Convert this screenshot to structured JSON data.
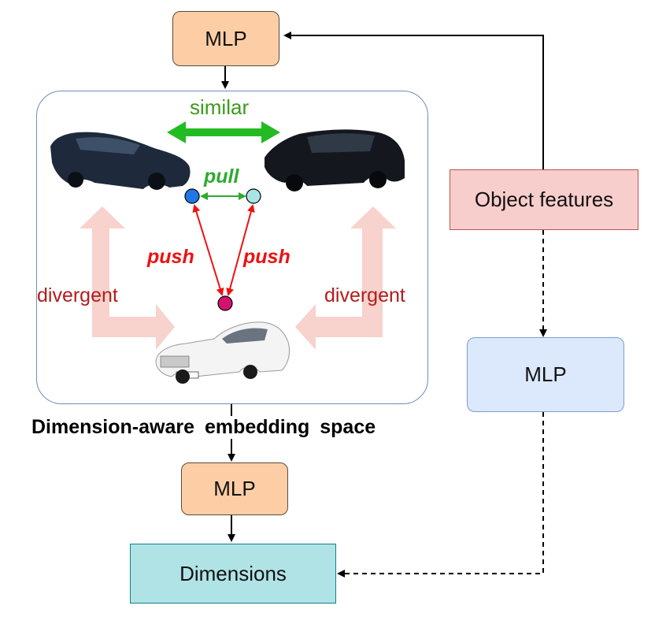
{
  "top_mlp": {
    "label": "MLP"
  },
  "object_features": {
    "label": "Object features"
  },
  "right_mlp": {
    "label": "MLP"
  },
  "bottom_mlp": {
    "label": "MLP"
  },
  "dimensions": {
    "label": "Dimensions"
  },
  "embedding_space": {
    "caption": "Dimension-aware embedding space",
    "similar_label": "similar",
    "pull_label": "pull",
    "push_left_label": "push",
    "push_right_label": "push",
    "divergent_left_label": "divergent",
    "divergent_right_label": "divergent"
  },
  "colors": {
    "mlp_orange": "#fdcea6",
    "mlp_blue": "#dce8fc",
    "object_features": "#f8cecc",
    "dimensions": "#b0e3e6",
    "similar_green": "#22bb22",
    "pull_green": "#2eaa2e",
    "push_red": "#ee1111",
    "divergent_red": "#b31c1c",
    "divergent_arrow": "#f8d2cc",
    "dot_blue": "#1f77e8",
    "dot_cyan": "#a9e4e4",
    "dot_magenta": "#d4126e"
  }
}
